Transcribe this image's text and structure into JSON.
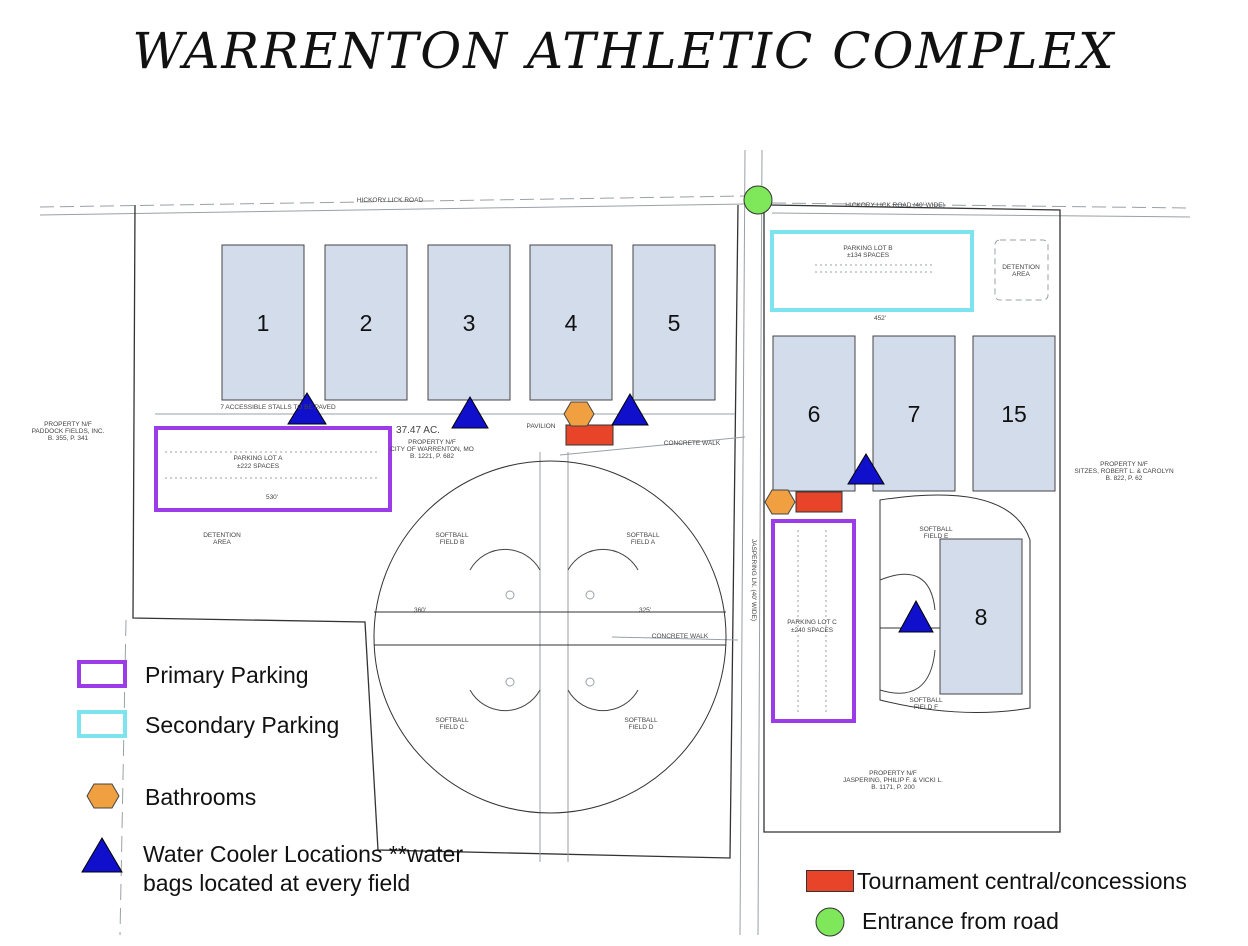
{
  "title": "WARRENTON ATHLETIC COMPLEX",
  "colors": {
    "field_fill": "#d3dceb",
    "primary_parking": "#9b3ce8",
    "secondary_parking": "#7de3ef",
    "bathroom": "#f0a040",
    "water_cooler": "#1010cc",
    "tournament": "#e8442a",
    "entrance": "#7ee85a"
  },
  "fields": [
    {
      "label": "1"
    },
    {
      "label": "2"
    },
    {
      "label": "3"
    },
    {
      "label": "4"
    },
    {
      "label": "5"
    },
    {
      "label": "6"
    },
    {
      "label": "7"
    },
    {
      "label": "15"
    },
    {
      "label": "8"
    }
  ],
  "map_labels": {
    "road_west": "HICKORY LICK ROAD",
    "road_east": "HICKORY LICK ROAD (40' WIDE)",
    "parking_a_1": "PARKING LOT A",
    "parking_a_2": "±222 SPACES",
    "parking_b_1": "PARKING LOT B",
    "parking_b_2": "±134 SPACES",
    "parking_c_1": "PARKING LOT C",
    "parking_c_2": "±240 SPACES",
    "acreage": "37.47 AC.",
    "stalls": "7 ACCESSIBLE STALLS TO BE PAVED",
    "property_city_1": "PROPERTY N/F",
    "property_city_2": "CITY OF WARRENTON, MO",
    "property_city_3": "B. 1221, P. 682",
    "property_paddock_1": "PROPERTY N/F",
    "property_paddock_2": "PADDOCK FIELDS, INC.",
    "property_paddock_3": "B. 355, P. 341",
    "property_sitzes_1": "PROPERTY N/F",
    "property_sitzes_2": "SITZES, ROBERT L. & CAROLYN",
    "property_sitzes_3": "B. 822, P. 62",
    "property_jaspering_1": "PROPERTY N/F",
    "property_jaspering_2": "JASPERING, PHILIP F. & VICKI L.",
    "property_jaspering_3": "B. 1171, P. 200",
    "detention_west_1": "DETENTION",
    "detention_west_2": "AREA",
    "detention_east_1": "DETENTION",
    "detention_east_2": "AREA",
    "softball_b_1": "SOFTBALL",
    "softball_b_2": "FIELD B",
    "softball_a_1": "SOFTBALL",
    "softball_a_2": "FIELD A",
    "softball_c_1": "SOFTBALL",
    "softball_c_2": "FIELD C",
    "softball_d_1": "SOFTBALL",
    "softball_d_2": "FIELD D",
    "softball_e_1": "SOFTBALL",
    "softball_e_2": "FIELD E",
    "softball_f_1": "SOFTBALL",
    "softball_f_2": "FIELD F",
    "concrete_walk_1": "CONCRETE WALK",
    "concrete_walk_2": "CONCRETE WALK",
    "pavilion": "PAVILION",
    "jaspering_ln": "JASPERING LN. (40' WIDE)",
    "dim_530": "530'",
    "dim_452": "452'",
    "dim_360": "360'",
    "dim_325": "325'"
  },
  "legend": {
    "primary_parking": "Primary Parking",
    "secondary_parking": "Secondary Parking",
    "bathrooms": "Bathrooms",
    "water_line_1": "Water Cooler Locations  **water",
    "water_line_2": "bags located at every field",
    "tournament": "Tournament central/concessions",
    "entrance": "Entrance from road"
  }
}
